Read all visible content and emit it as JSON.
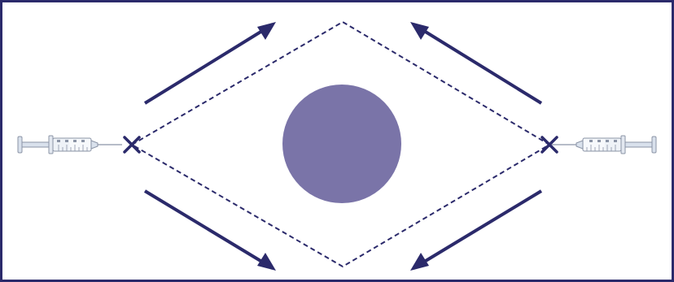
{
  "diagram": {
    "colors": {
      "frame": "#2b2a6b",
      "arrow": "#2b2a6b",
      "dashed_line": "#2b2a6b",
      "marker": "#2b2a6b",
      "center_circle": "#7a74a8",
      "syringe_barrel": "#eef2f7",
      "syringe_outline": "#8b94a6",
      "syringe_plunger": "#d9e1ec"
    },
    "elements": {
      "center_circle": "lesion",
      "left_marker": "x-marker",
      "right_marker": "x-marker",
      "left_syringe": "syringe-icon",
      "right_syringe": "syringe-icon",
      "arrows": [
        "arrow-up-right",
        "arrow-up-left",
        "arrow-down-right",
        "arrow-down-left"
      ]
    }
  }
}
